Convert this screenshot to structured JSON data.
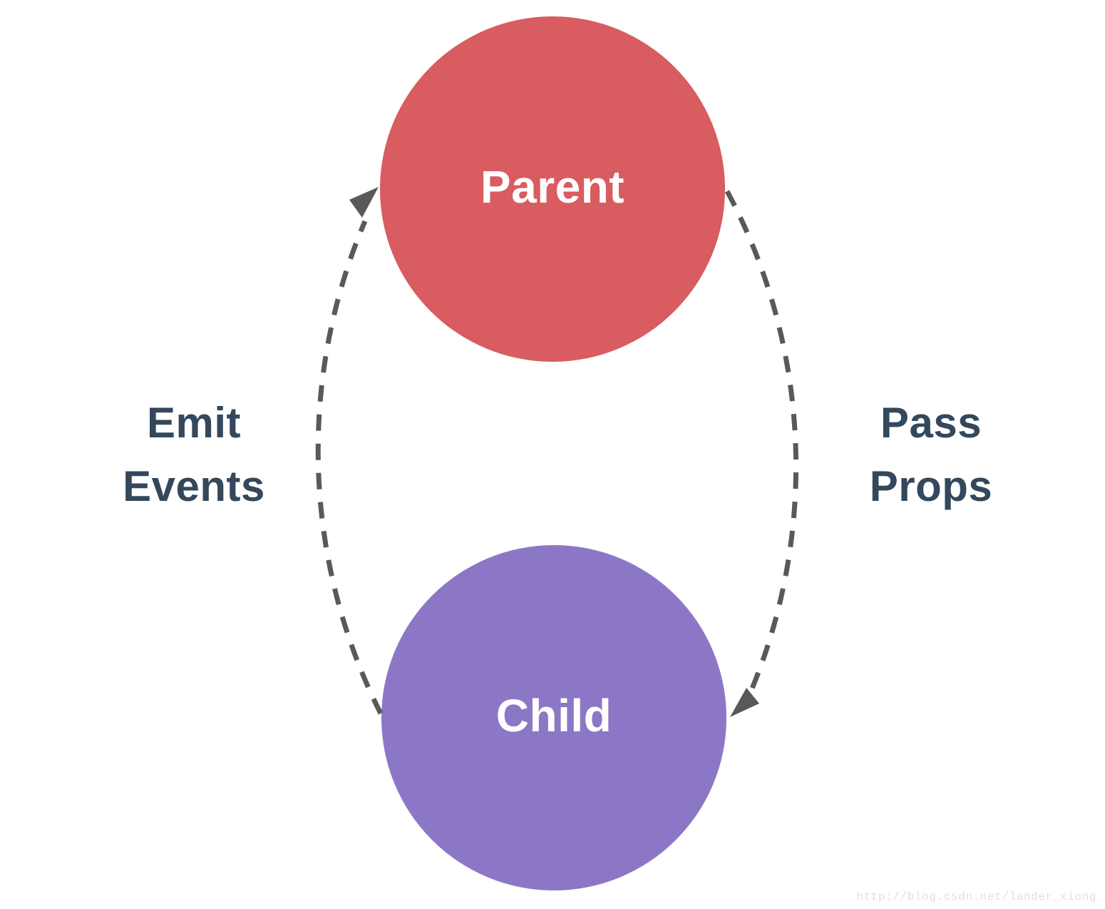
{
  "diagram": {
    "background_color": "#ffffff",
    "nodes": [
      {
        "id": "parent",
        "label": "Parent",
        "fill": "#d85c60",
        "label_color": "#ffffff"
      },
      {
        "id": "child",
        "label": "Child",
        "fill": "#8c77c7",
        "label_color": "#ffffff"
      }
    ],
    "edges": [
      {
        "id": "emit-events",
        "label_lines": [
          "Emit",
          "Events"
        ],
        "from": "child",
        "to": "parent",
        "side": "left",
        "style": "dashed",
        "direction": "up"
      },
      {
        "id": "pass-props",
        "label_lines": [
          "Pass",
          "Props"
        ],
        "from": "parent",
        "to": "child",
        "side": "right",
        "style": "dashed",
        "direction": "down"
      }
    ],
    "edge_label_color": "#33485c",
    "arrow_color": "#595959",
    "watermark": {
      "text": "http://blog.csdn.net/lander_xiong",
      "color": "#e1e0da"
    }
  }
}
